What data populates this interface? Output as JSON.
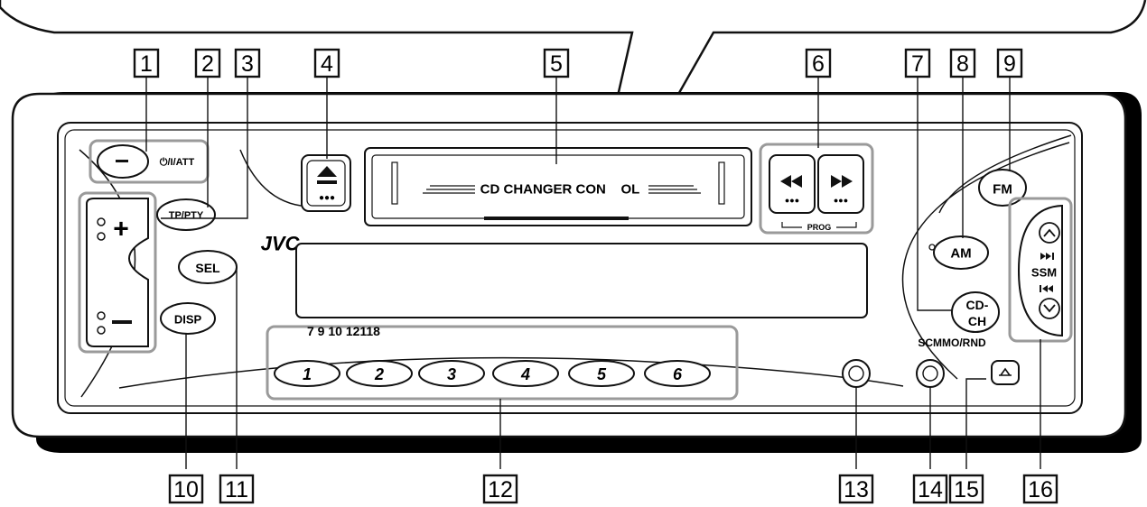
{
  "brand": "JVC",
  "display_text": "CD CHANGER CON    OL",
  "buttons": {
    "tp_pty": "TP/PTY",
    "sel": "SEL",
    "disp": "DISP",
    "am": "AM",
    "fm": "FM",
    "cd_ch_line1": "CD-",
    "cd_ch_line2": "CH",
    "power_att": "⏻/I/ATT",
    "prog": "PROG",
    "ssm": "SSM",
    "mode_label": "SCMMO/RND",
    "preset_header": "7 9 10 12118",
    "presets": [
      "1",
      "2",
      "3",
      "4",
      "5",
      "6"
    ]
  },
  "callouts": [
    "1",
    "2",
    "3",
    "4",
    "5",
    "6",
    "7",
    "8",
    "9",
    "10",
    "11",
    "12",
    "13",
    "14",
    "15",
    "16"
  ],
  "colors": {
    "outline": "#111111",
    "highlight": "#9a9a9a",
    "panel": "#ffffff",
    "shadow": "#000000"
  },
  "icons": [
    "eject-icon",
    "rewind-icon",
    "fast-forward-icon",
    "skip-forward-icon",
    "skip-back-icon",
    "chevron-up-icon",
    "chevron-down-icon",
    "plus-icon",
    "minus-icon",
    "detach-icon",
    "round-button-icon"
  ]
}
